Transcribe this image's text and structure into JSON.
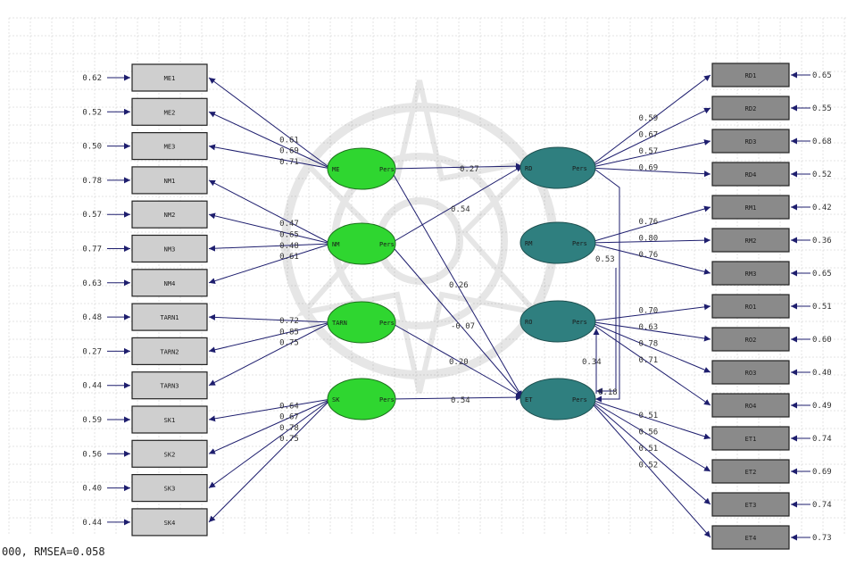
{
  "footer": "000, RMSEA=0.058",
  "left_indicators": [
    {
      "label": "ME1",
      "error": "0.62",
      "loading": "0.61"
    },
    {
      "label": "ME2",
      "error": "0.52",
      "loading": "0.69"
    },
    {
      "label": "ME3",
      "error": "0.50",
      "loading": "0.71"
    },
    {
      "label": "NM1",
      "error": "0.78",
      "loading": "0.47"
    },
    {
      "label": "NM2",
      "error": "0.57",
      "loading": "0.65"
    },
    {
      "label": "NM3",
      "error": "0.77",
      "loading": "0.48"
    },
    {
      "label": "NM4",
      "error": "0.63",
      "loading": "0.61"
    },
    {
      "label": "TARN1",
      "error": "0.48",
      "loading": "0.72"
    },
    {
      "label": "TARN2",
      "error": "0.27",
      "loading": "0.85"
    },
    {
      "label": "TARN3",
      "error": "0.44",
      "loading": "0.75"
    },
    {
      "label": "SK1",
      "error": "0.59",
      "loading": "0.64"
    },
    {
      "label": "SK2",
      "error": "0.56",
      "loading": "0.67"
    },
    {
      "label": "SK3",
      "error": "0.40",
      "loading": "0.78"
    },
    {
      "label": "SK4",
      "error": "0.44",
      "loading": "0.75"
    }
  ],
  "right_indicators": [
    {
      "label": "RD1",
      "error": "0.65",
      "loading": "0.59"
    },
    {
      "label": "RD2",
      "error": "0.55",
      "loading": "0.67"
    },
    {
      "label": "RD3",
      "error": "0.68",
      "loading": "0.57"
    },
    {
      "label": "RD4",
      "error": "0.52",
      "loading": "0.69"
    },
    {
      "label": "RM1",
      "error": "0.42",
      "loading": "0.76"
    },
    {
      "label": "RM2",
      "error": "0.36",
      "loading": "0.80"
    },
    {
      "label": "RM3",
      "error": "0.65",
      "loading": "0.76"
    },
    {
      "label": "RO1",
      "error": "0.51",
      "loading": "0.70"
    },
    {
      "label": "RO2",
      "error": "0.60",
      "loading": "0.63"
    },
    {
      "label": "RO3",
      "error": "0.40",
      "loading": "0.78"
    },
    {
      "label": "RO4",
      "error": "0.49",
      "loading": "0.71"
    },
    {
      "label": "ET1",
      "error": "0.74",
      "loading": "0.51"
    },
    {
      "label": "ET2",
      "error": "0.69",
      "loading": "0.56"
    },
    {
      "label": "ET3",
      "error": "0.74",
      "loading": "0.51"
    },
    {
      "label": "ET4",
      "error": "0.73",
      "loading": "0.52"
    }
  ],
  "left_latents": [
    {
      "label": "ME",
      "tag": "Pers"
    },
    {
      "label": "NM",
      "tag": "Pers"
    },
    {
      "label": "TARN",
      "tag": "Pers"
    },
    {
      "label": "SK",
      "tag": "Pers"
    }
  ],
  "right_latents": [
    {
      "label": "RD",
      "tag": "Pers"
    },
    {
      "label": "RM",
      "tag": "Pers"
    },
    {
      "label": "RO",
      "tag": "Pers"
    },
    {
      "label": "ET",
      "tag": "Pers"
    }
  ],
  "structural_paths": [
    {
      "from": "L0",
      "to": "R0",
      "value": "0.27"
    },
    {
      "from": "L1",
      "to": "R0",
      "value": "0.54"
    },
    {
      "from": "L0",
      "to": "R3",
      "value": "0.26"
    },
    {
      "from": "L1",
      "to": "R3",
      "value": "-0.07"
    },
    {
      "from": "L2",
      "to": "R3",
      "value": "0.20"
    },
    {
      "from": "L3",
      "to": "R3",
      "value": "0.54"
    },
    {
      "from": "R0",
      "to": "R3",
      "value": "0.53"
    },
    {
      "from": "R3",
      "to": "R2",
      "value": "0.34"
    },
    {
      "from": "R0",
      "to": "R3b",
      "value": "0.18"
    }
  ],
  "colors": {
    "left_latent": "#2fd630",
    "right_latent": "#2f7f7f",
    "left_box": "#cfcfcf",
    "right_box": "#8a8a8a",
    "arrow": "#1e1e6e"
  }
}
